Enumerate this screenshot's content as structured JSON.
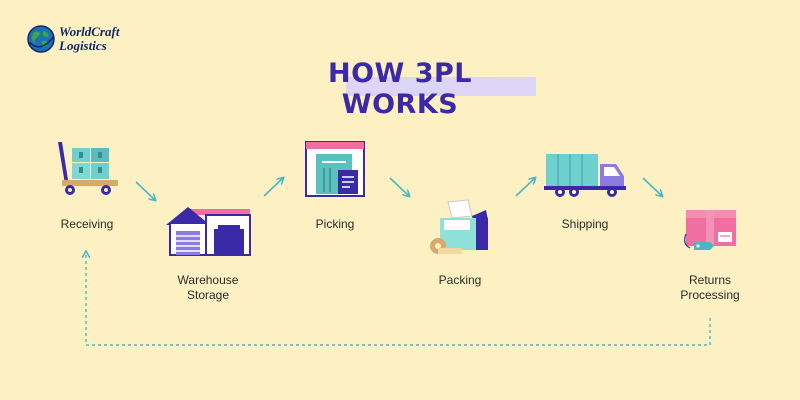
{
  "brand": {
    "line1": "WorldCraft",
    "line2": "Logistics"
  },
  "title": "HOW 3PL WORKS",
  "steps": [
    {
      "label": "Receiving",
      "icon": "hand-truck-icon"
    },
    {
      "label": "Warehouse Storage",
      "icon": "warehouse-icon"
    },
    {
      "label": "Picking",
      "icon": "picking-document-icon"
    },
    {
      "label": "Packing",
      "icon": "packing-box-icon"
    },
    {
      "label": "Shipping",
      "icon": "delivery-truck-icon"
    },
    {
      "label": "Returns Processing",
      "icon": "return-package-icon"
    }
  ],
  "colors": {
    "background": "#fdf1c4",
    "title": "#3a2aa8",
    "title_highlight": "#dcd5f5",
    "arrow": "#4ab8c4",
    "purple": "#3a2aa8",
    "teal": "#6fcfcf",
    "pink": "#f06fa0"
  }
}
